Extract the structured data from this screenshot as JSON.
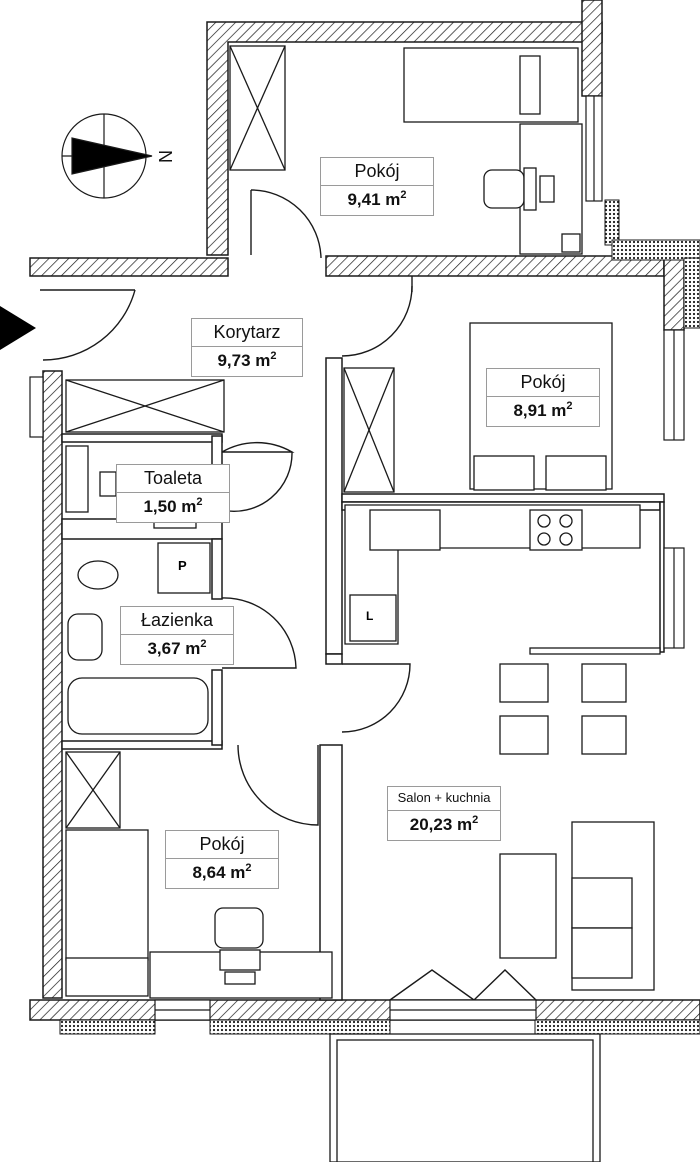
{
  "plan": {
    "unit_symbol": "m",
    "unit_exp": "2",
    "rooms": [
      {
        "name": "Pokój",
        "area": "9,41"
      },
      {
        "name": "Korytarz",
        "area": "9,73"
      },
      {
        "name": "Pokój",
        "area": "8,91"
      },
      {
        "name": "Toaleta",
        "area": "1,50"
      },
      {
        "name": "Łazienka",
        "area": "3,67"
      },
      {
        "name": "Salon + kuchnia",
        "area": "20,23"
      },
      {
        "name": "Pokój",
        "area": "8,64"
      }
    ],
    "compass_letter": "N",
    "fixture_labels": {
      "parking": "P",
      "l_box": "L"
    }
  },
  "colors": {
    "line": "#1a1a1a",
    "label_border": "#9a9a9a",
    "background": "#ffffff"
  }
}
